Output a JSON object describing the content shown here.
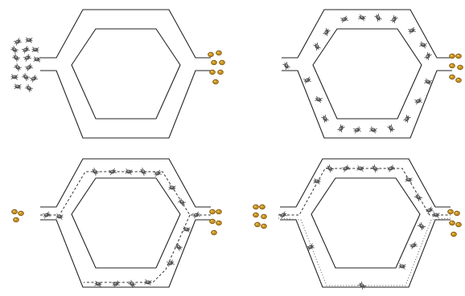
{
  "figure": {
    "panels": [
      {
        "id": "a",
        "trail": "none"
      },
      {
        "id": "b",
        "trail": "none"
      },
      {
        "id": "c",
        "trail": "upper-short"
      },
      {
        "id": "d",
        "trail": "upper-short-and-lower-long"
      }
    ],
    "colors": {
      "path": "#222222",
      "ant_body": "#555555",
      "ant_highlight": "#bfbfbf",
      "food": "#c8951e",
      "food_dark": "#7a4f10",
      "background": "#ffffff"
    },
    "icons": {
      "ant": "ant-icon",
      "food": "food-pellet-icon"
    }
  }
}
